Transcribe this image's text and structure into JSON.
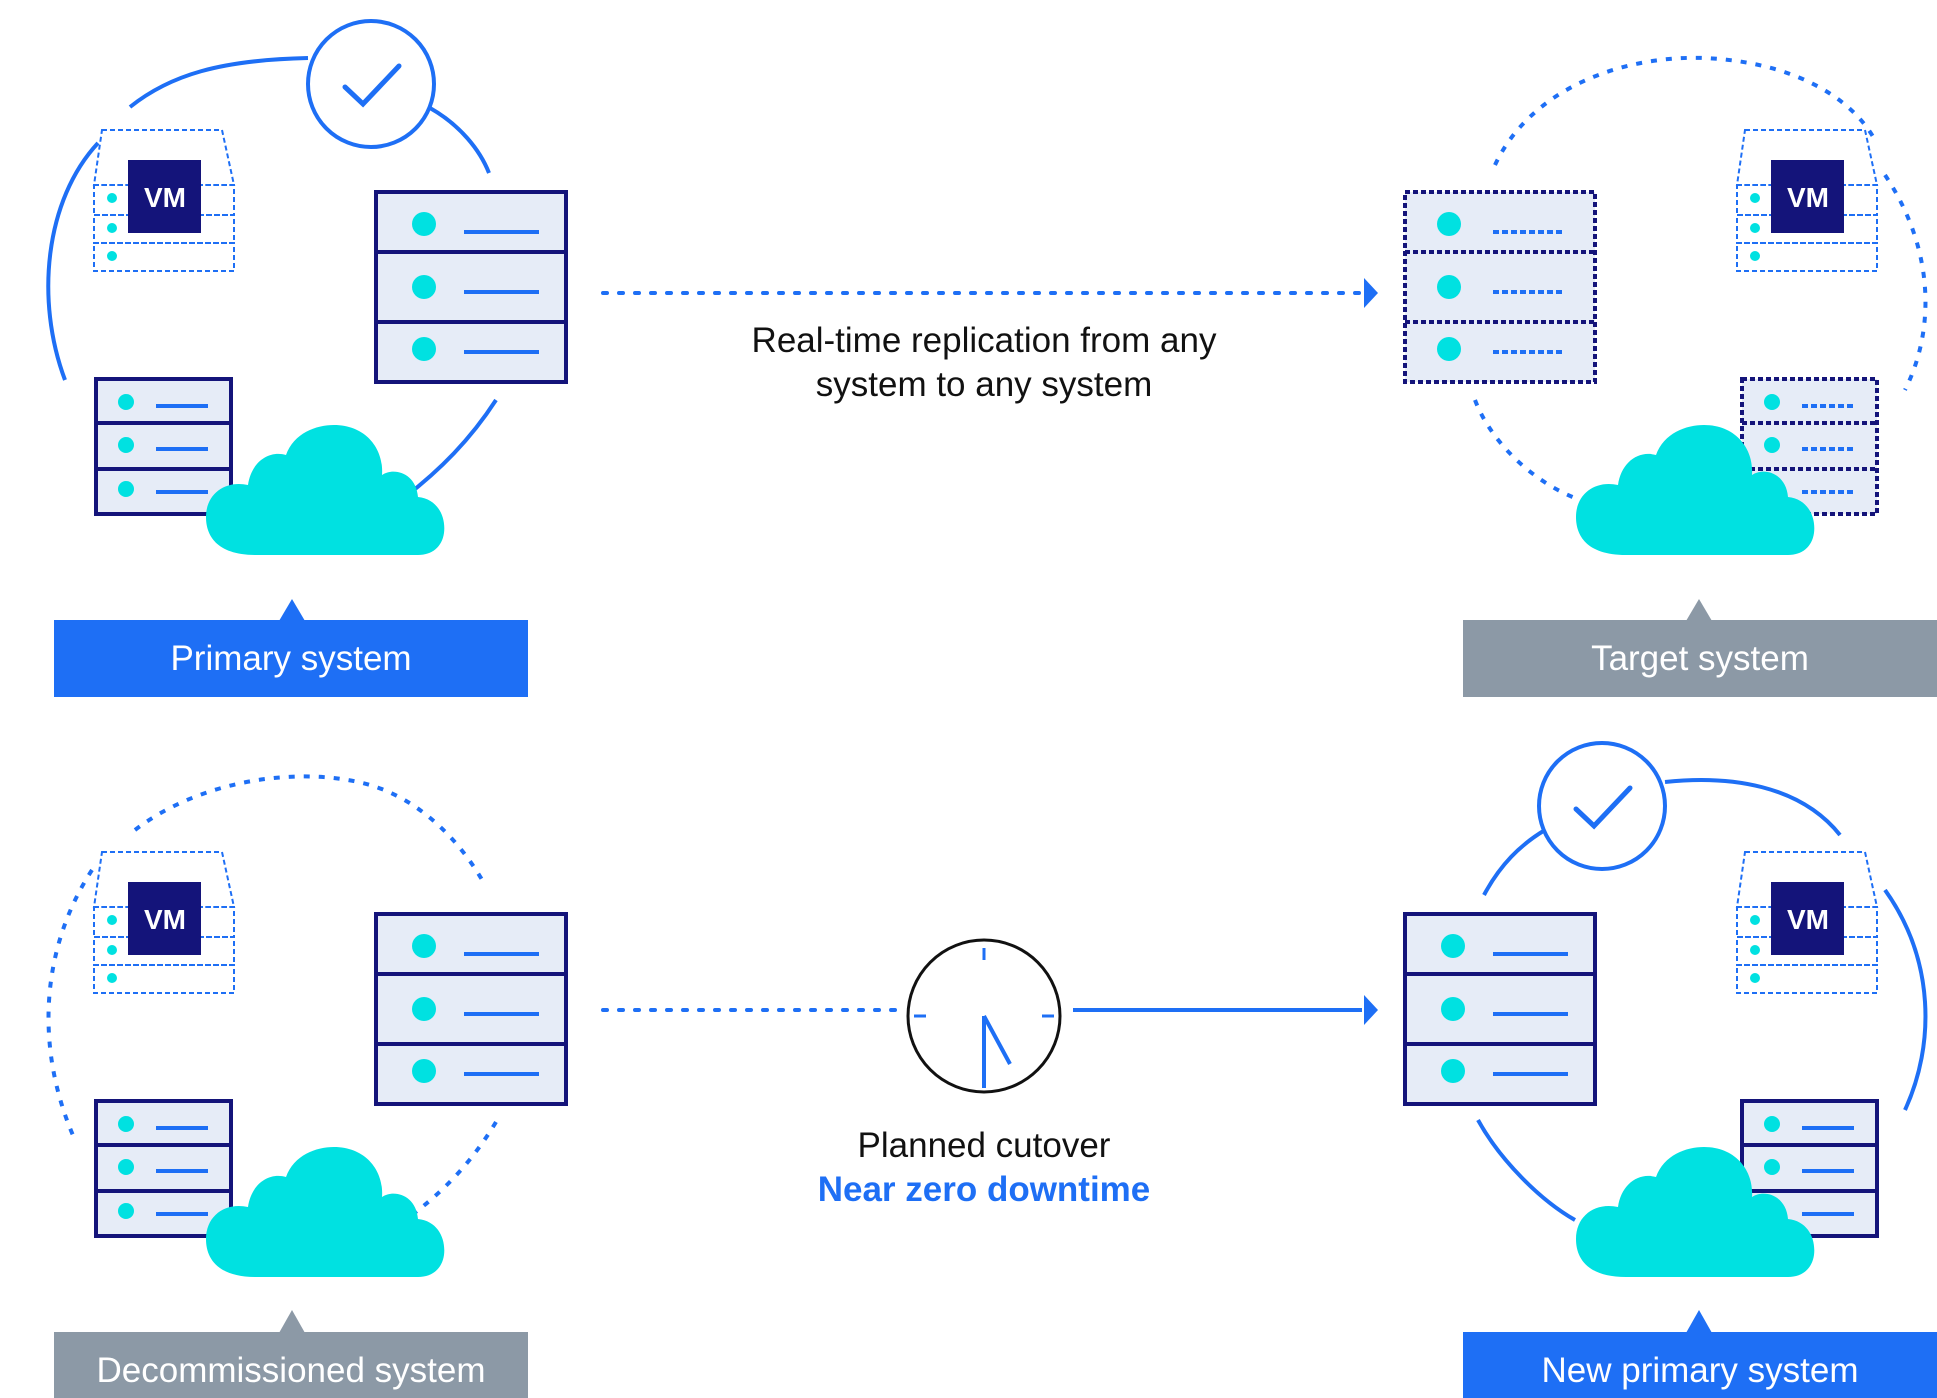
{
  "colors": {
    "blue": "#1E6FF5",
    "navy": "#14147A",
    "cyan": "#00E1E1",
    "server_fill": "#E6ECF7",
    "gray_badge": "#8C99A6",
    "white": "#FFFFFF",
    "black": "#111111"
  },
  "icons": {
    "vm_badge": "VM",
    "check": "check-icon",
    "cloud": "cloud-icon",
    "server": "server-rack-icon",
    "clock": "clock-icon"
  },
  "systems": {
    "primary": {
      "label": "Primary system",
      "status": "active"
    },
    "target": {
      "label": "Target system",
      "status": "replica"
    },
    "decommissioned": {
      "label": "Decommissioned system",
      "status": "inactive"
    },
    "new_primary": {
      "label": "New primary system",
      "status": "active"
    }
  },
  "replication": {
    "line1": "Real-time replication from any",
    "line2": "system to any system"
  },
  "cutover": {
    "line1": "Planned cutover",
    "line2": "Near zero downtime"
  }
}
